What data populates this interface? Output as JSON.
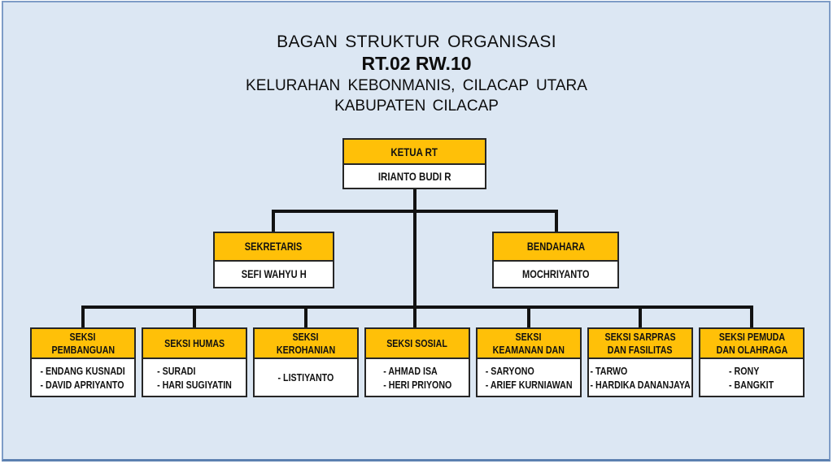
{
  "colors": {
    "accent": "#ffc008",
    "bg": "#dce7f3",
    "frame": "#7e9cc6",
    "line": "#121212"
  },
  "title": {
    "line1": "BAGAN STRUKTUR ORGANISASI",
    "line2": "RT.02 RW.10",
    "line3": "KELURAHAN KEBONMANIS, CILACAP UTARA",
    "line4": "KABUPATEN CILACAP"
  },
  "org": {
    "root": {
      "title": "KETUA RT",
      "members": [
        "IRIANTO BUDI R"
      ]
    },
    "level2": [
      {
        "title": "SEKRETARIS",
        "members": [
          "SEFI WAHYU H"
        ]
      },
      {
        "title": "BENDAHARA",
        "members": [
          "MOCHRIYANTO"
        ]
      }
    ],
    "level3": [
      {
        "title_lines": [
          "SEKSI",
          "PEMBANGUAN"
        ],
        "members": [
          "- ENDANG KUSNADI",
          "- DAVID APRIYANTO"
        ]
      },
      {
        "title_lines": [
          "SEKSI HUMAS"
        ],
        "members": [
          "- SURADI",
          "- HARI SUGIYATIN"
        ]
      },
      {
        "title_lines": [
          "SEKSI",
          "KEROHANIAN"
        ],
        "members": [
          "- LISTIYANTO"
        ]
      },
      {
        "title_lines": [
          "SEKSI SOSIAL"
        ],
        "members": [
          "- AHMAD ISA",
          "- HERI PRIYONO"
        ]
      },
      {
        "title_lines": [
          "SEKSI",
          "KEAMANAN DAN"
        ],
        "members": [
          "- SARYONO",
          "- ARIEF KURNIAWAN"
        ]
      },
      {
        "title_lines": [
          "SEKSI SARPRAS",
          "DAN FASILITAS"
        ],
        "members": [
          "- TARWO",
          "- HARDIKA DANANJAYA"
        ]
      },
      {
        "title_lines": [
          "SEKSI PEMUDA",
          "DAN OLAHRAGA"
        ],
        "members": [
          "- RONY",
          "- BANGKIT"
        ]
      }
    ]
  }
}
